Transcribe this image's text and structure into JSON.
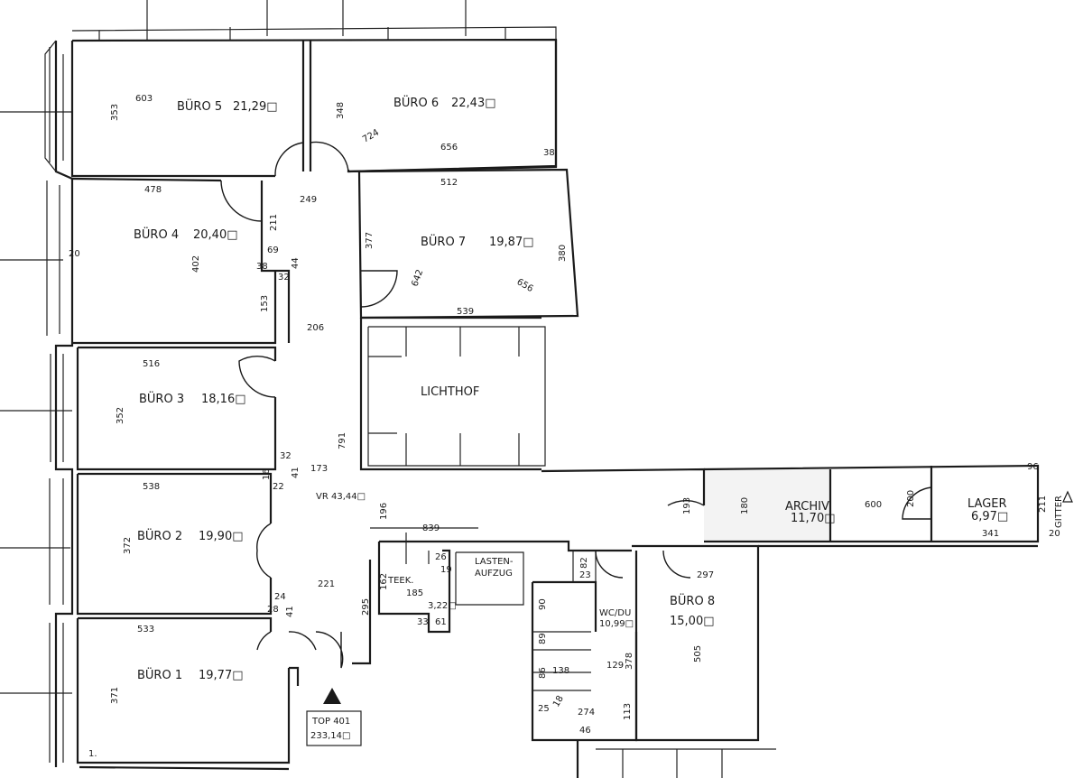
{
  "rooms": {
    "buero5": {
      "name": "BÜRO 5",
      "area": "21,29□"
    },
    "buero6": {
      "name": "BÜRO 6",
      "area": "22,43□"
    },
    "buero4": {
      "name": "BÜRO 4",
      "area": "20,40□"
    },
    "buero7": {
      "name": "BÜRO 7",
      "area": "19,87□"
    },
    "buero3": {
      "name": "BÜRO 3",
      "area": "18,16□"
    },
    "buero2": {
      "name": "BÜRO 2",
      "area": "19,90□"
    },
    "buero1": {
      "name": "BÜRO 1",
      "area": "19,77□"
    },
    "buero8": {
      "name": "BÜRO 8",
      "area": "15,00□"
    },
    "lichthof": {
      "name": "LICHTHOF"
    },
    "archiv": {
      "name": "ARCHIV",
      "area": "11,70□"
    },
    "lager": {
      "name": "LAGER",
      "area": "6,97□"
    },
    "vorraum": {
      "name": "VR 43,44□"
    },
    "teekueche": {
      "name": "TEEK.",
      "area": "3,22□"
    },
    "lastenaufzug": {
      "name1": "LASTEN-",
      "name2": "AUFZUG"
    },
    "wc": {
      "name": "WC/DU",
      "area": "10,99□"
    },
    "gitter": {
      "name": "GITTER"
    }
  },
  "top": {
    "label": "TOP 401",
    "area": "233,14□"
  },
  "dims": {
    "d603": "603",
    "d353": "353",
    "d348": "348",
    "d724": "724",
    "d656": "656",
    "d38a": "38",
    "d478": "478",
    "d249": "249",
    "d211a": "211",
    "d512": "512",
    "d402": "402",
    "d20a": "20",
    "d69": "69",
    "d44": "44",
    "d38b": "38",
    "d32a": "32",
    "d377": "377",
    "d380": "380",
    "d642": "642",
    "d656b": "656",
    "d153": "153",
    "d206": "206",
    "d539": "539",
    "d516": "516",
    "d352": "352",
    "d791": "791",
    "d173": "173",
    "d32b": "32",
    "d41a": "41",
    "d16": "16",
    "d22": "22",
    "d538": "538",
    "d196": "196",
    "d839": "839",
    "d193": "193",
    "d180": "180",
    "d600": "600",
    "d200": "200",
    "d96": "96",
    "d211b": "211",
    "d341": "341",
    "d20b": "20",
    "d372": "372",
    "d221": "221",
    "d162": "162",
    "d185": "185",
    "d26": "26",
    "d19": "19",
    "d82": "82",
    "d23": "23",
    "d297": "297",
    "d24": "24",
    "d28": "28",
    "d41b": "41",
    "d295": "295",
    "d33": "33",
    "d61": "61",
    "d90": "90",
    "d89": "89",
    "d378": "378",
    "d129": "129",
    "d86": "86",
    "d138": "138",
    "d505": "505",
    "d533": "533",
    "d371": "371",
    "d25": "25",
    "d18": "18",
    "d274": "274",
    "d113": "113",
    "d46": "46",
    "d1": "1."
  }
}
